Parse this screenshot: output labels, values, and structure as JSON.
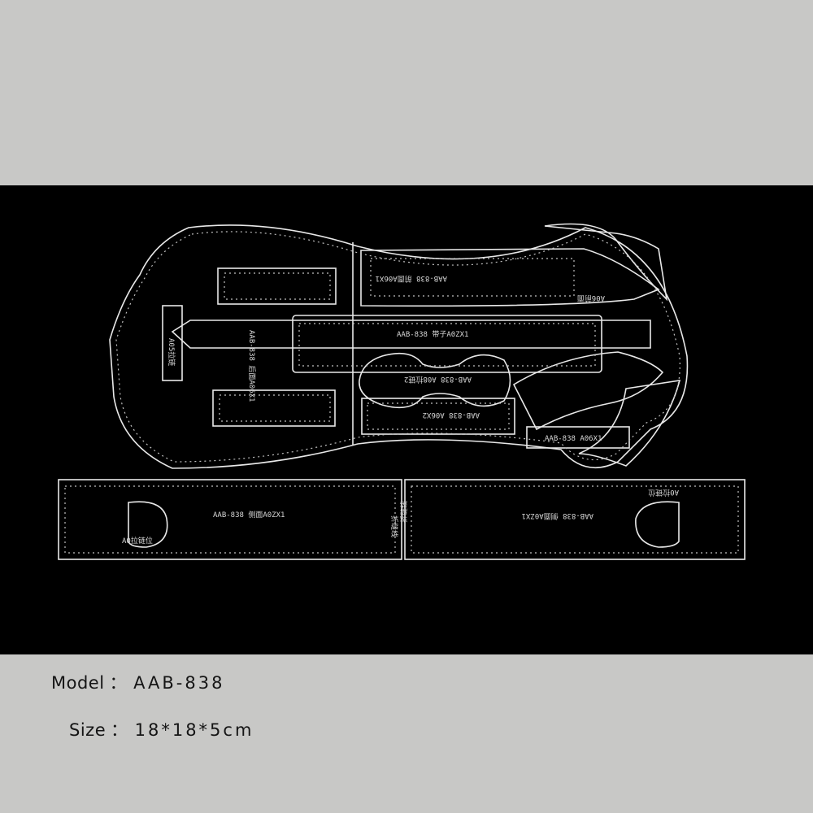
{
  "colors": {
    "page_background": "#c8c8c6",
    "photo_background": "#000000",
    "template_outline": "#e8e8e8",
    "stitch_holes": "#bfbfbf",
    "text": "#151515"
  },
  "template_labels": {
    "main_strap": "AAB-838 带子A0ZX1",
    "top_strip": "AAB-838 前面A06X1",
    "top_strip_tag": "A06前面",
    "left_body": "AAB-838 后面A06X1",
    "left_small": "A05拉链",
    "oval_piece": "AAB-838 A08拉链2",
    "bottom_strip": "AAB-838 A06X2",
    "right_small": "AAB-838 A06X1",
    "bottom_left_strip": "AAB-838 侧面A0ZX1",
    "bottom_left_tag": "A0拉链位",
    "bottom_left_end": "折缝线",
    "bottom_right_strip": "AAB-838 侧面A0ZX1",
    "bottom_right_tag": "A0拉链位",
    "bottom_right_end": "折缝线"
  },
  "spec": {
    "model_label": "Model",
    "model_sep": "：",
    "model_value": "AAB-838",
    "size_label": "Size",
    "size_sep": "：",
    "size_value": "18*18*5cm"
  }
}
